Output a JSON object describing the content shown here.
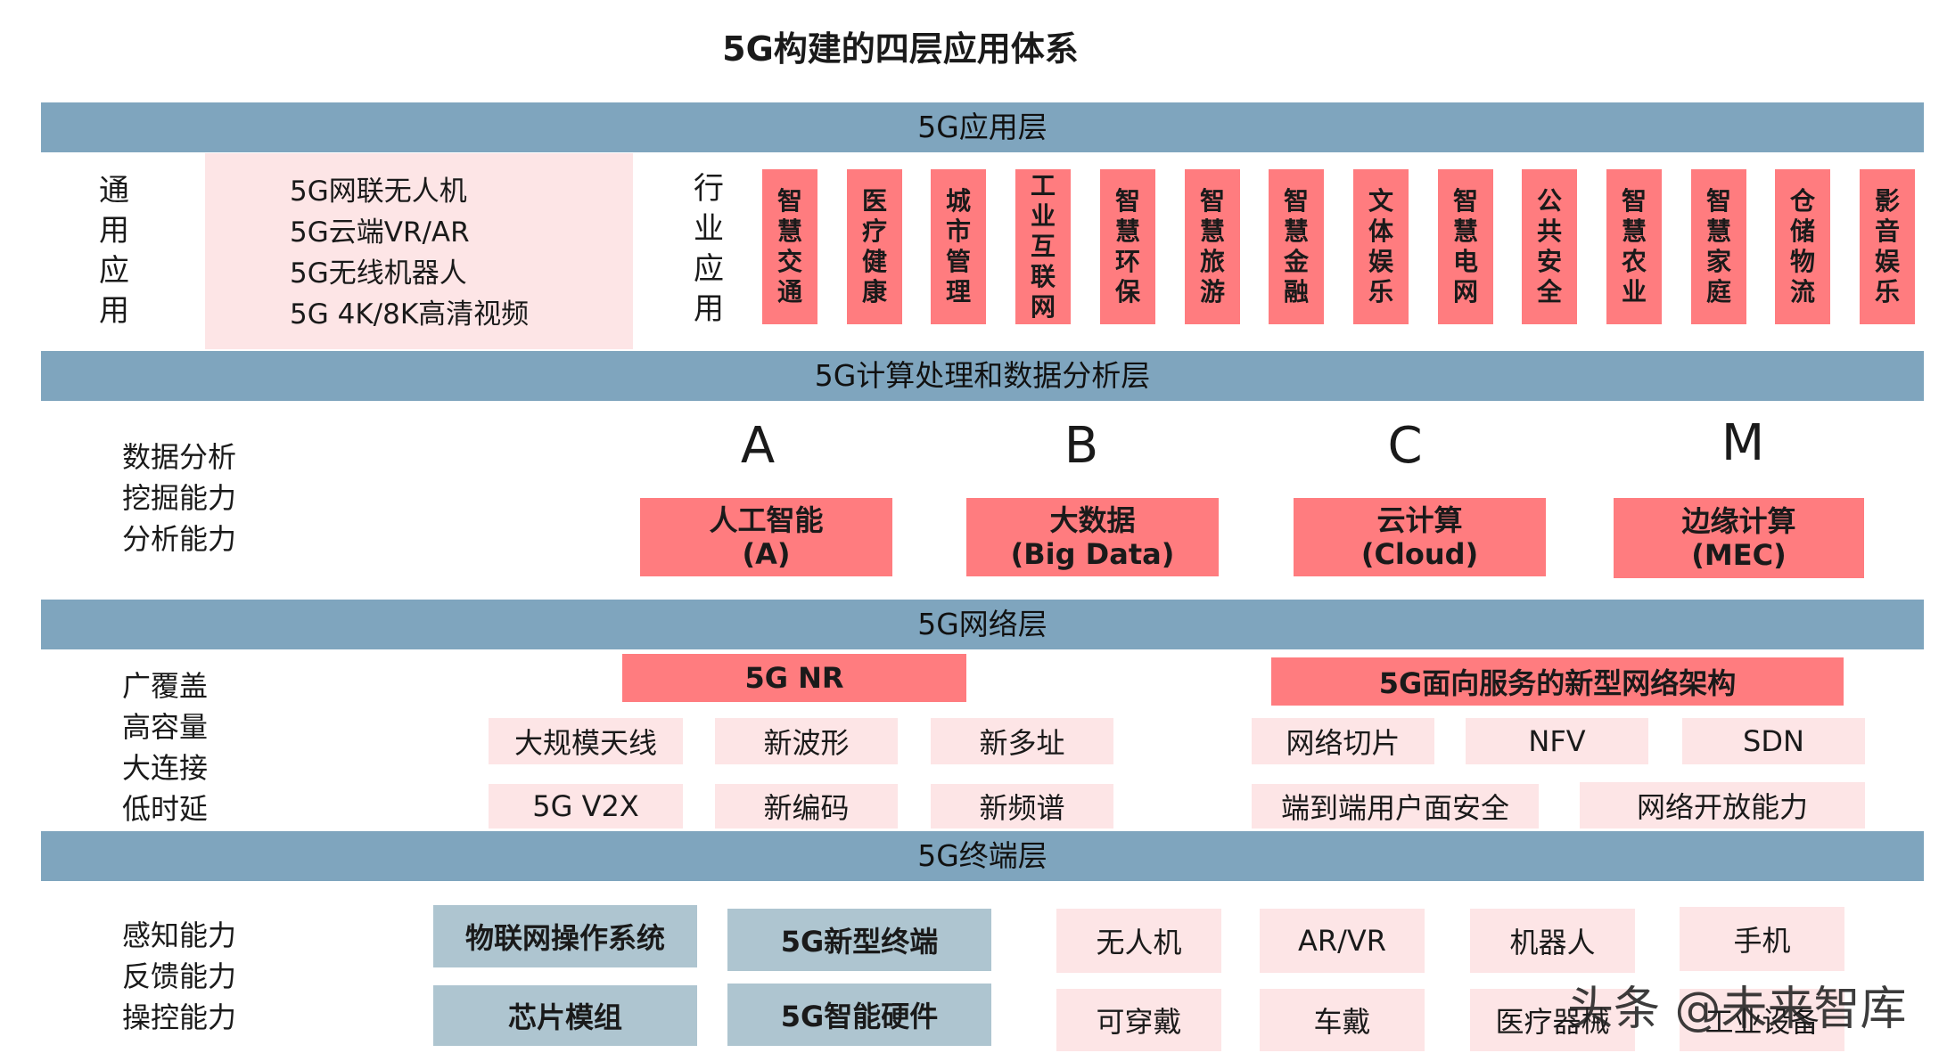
{
  "title": "5G构建的四层应用体系",
  "layers": {
    "app": "5G应用层",
    "compute": "5G计算处理和数据分析层",
    "network": "5G网络层",
    "terminal": "5G终端层"
  },
  "app_layer": {
    "general_label": [
      "通",
      "用",
      "应",
      "用"
    ],
    "general_items": [
      "5G网联无人机",
      "5G云端VR/AR",
      "5G无线机器人",
      "5G 4K/8K高清视频"
    ],
    "industry_label": [
      "行",
      "业",
      "应",
      "用"
    ],
    "industries": [
      "智慧交通",
      "医疗健康",
      "城市管理",
      "工业互联网",
      "智慧环保",
      "智慧旅游",
      "智慧金融",
      "文体娱乐",
      "智慧电网",
      "公共安全",
      "智慧农业",
      "智慧家庭",
      "仓储物流",
      "影音娱乐"
    ]
  },
  "compute_layer": {
    "labels": [
      "数据分析",
      "挖掘能力",
      "分析能力"
    ],
    "letters": [
      "A",
      "B",
      "C",
      "M"
    ],
    "boxes": [
      {
        "name": "人工智能",
        "sub": "(A)"
      },
      {
        "name": "大数据",
        "sub": "(Big Data)"
      },
      {
        "name": "云计算",
        "sub": "(Cloud)"
      },
      {
        "name": "边缘计算",
        "sub": "(MEC)"
      }
    ]
  },
  "network_layer": {
    "labels": [
      "广覆盖",
      "高容量",
      "大连接",
      "低时延"
    ],
    "nr": "5G NR",
    "sba": "5G面向服务的新型网络架构",
    "nr_items": [
      "大规模天线",
      "新波形",
      "新多址",
      "5G V2X",
      "新编码",
      "新频谱"
    ],
    "sba_items": [
      "网络切片",
      "NFV",
      "SDN",
      "端到端用户面安全",
      "网络开放能力"
    ]
  },
  "terminal_layer": {
    "labels": [
      "感知能力",
      "反馈能力",
      "操控能力"
    ],
    "platform": [
      "物联网操作系统",
      "5G新型终端",
      "芯片模组",
      "5G智能硬件"
    ],
    "devices": [
      "无人机",
      "AR/VR",
      "机器人",
      "手机",
      "可穿戴",
      "车戴",
      "医疗器械",
      "工业设备"
    ]
  },
  "watermark": "头条 @未来智库"
}
